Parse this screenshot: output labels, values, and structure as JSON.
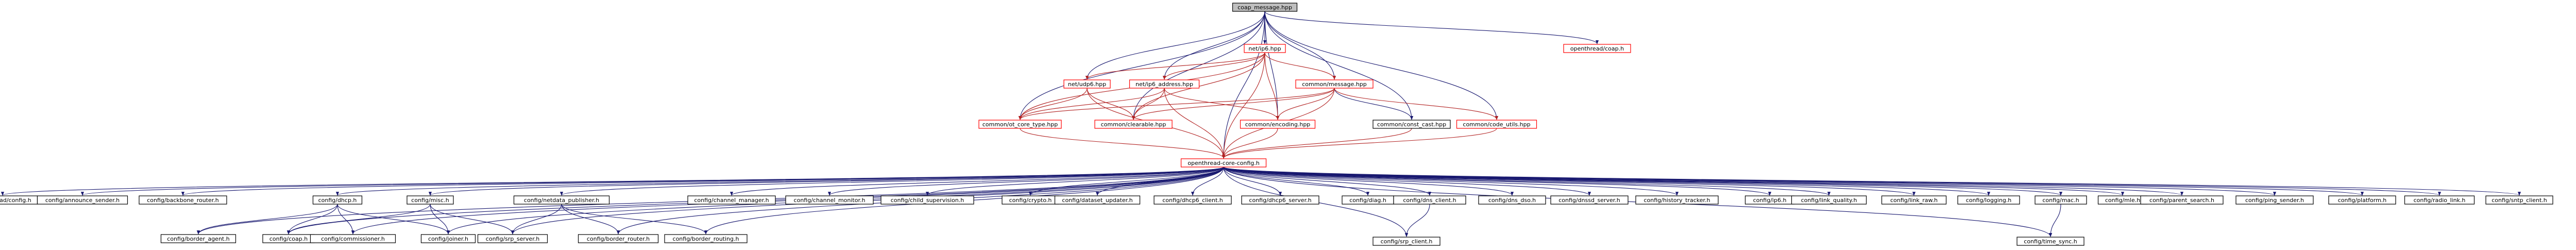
{
  "diagram": {
    "colors": {
      "edge": "#191970",
      "edge_red": "#b22222",
      "root_fill": "#bfbfbf",
      "box_black": "#000000",
      "box_red": "#ff0000",
      "text": "#000000"
    },
    "nodes": [
      {
        "id": "root",
        "label": "coap_message.hpp",
        "style": "root"
      },
      {
        "id": "ip6hpp",
        "label": "net/ip6.hpp",
        "style": "red"
      },
      {
        "id": "otcoaph",
        "label": "openthread/coap.h",
        "style": "red"
      },
      {
        "id": "udp6",
        "label": "net/udp6.hpp",
        "style": "red"
      },
      {
        "id": "ip6addr",
        "label": "net/ip6_address.hpp",
        "style": "red"
      },
      {
        "id": "message",
        "label": "common/message.hpp",
        "style": "red"
      },
      {
        "id": "oclow",
        "label": "common/ot_core_type.hpp",
        "style": "red"
      },
      {
        "id": "clearable",
        "label": "common/clearable.hpp",
        "style": "red"
      },
      {
        "id": "encoding",
        "label": "common/encoding.hpp",
        "style": "red"
      },
      {
        "id": "constcast",
        "label": "common/const_cast.hpp",
        "style": "black"
      },
      {
        "id": "codeutils",
        "label": "common/code_utils.hpp",
        "style": "red"
      },
      {
        "id": "corecfg",
        "label": "openthread-core-config.h",
        "style": "red"
      },
      {
        "id": "otconfig",
        "label": "openthread/config.h",
        "style": "black"
      },
      {
        "id": "ann",
        "label": "config/announce_sender.h",
        "style": "black"
      },
      {
        "id": "bbr",
        "label": "config/backbone_router.h",
        "style": "black"
      },
      {
        "id": "dhcp",
        "label": "config/dhcp.h",
        "style": "black"
      },
      {
        "id": "misc",
        "label": "config/misc.h",
        "style": "black"
      },
      {
        "id": "netdata",
        "label": "config/netdata_publisher.h",
        "style": "black"
      },
      {
        "id": "chmgr",
        "label": "config/channel_manager.h",
        "style": "black"
      },
      {
        "id": "chmon",
        "label": "config/channel_monitor.h",
        "style": "black"
      },
      {
        "id": "childsup",
        "label": "config/child_supervision.h",
        "style": "black"
      },
      {
        "id": "crypto",
        "label": "config/crypto.h",
        "style": "black"
      },
      {
        "id": "dataset",
        "label": "config/dataset_updater.h",
        "style": "black"
      },
      {
        "id": "dhcpcli",
        "label": "config/dhcp6_client.h",
        "style": "black"
      },
      {
        "id": "dhcpsrv",
        "label": "config/dhcp6_server.h",
        "style": "black"
      },
      {
        "id": "diag",
        "label": "config/diag.h",
        "style": "black"
      },
      {
        "id": "dnscli",
        "label": "config/dns_client.h",
        "style": "black"
      },
      {
        "id": "dnsdso",
        "label": "config/dns_dso.h",
        "style": "black"
      },
      {
        "id": "dnssd",
        "label": "config/dnssd_server.h",
        "style": "black"
      },
      {
        "id": "hist",
        "label": "config/history_tracker.h",
        "style": "black"
      },
      {
        "id": "ip6cfg",
        "label": "config/ip6.h",
        "style": "black"
      },
      {
        "id": "linkq",
        "label": "config/link_quality.h",
        "style": "black"
      },
      {
        "id": "linkraw",
        "label": "config/link_raw.h",
        "style": "black"
      },
      {
        "id": "logging",
        "label": "config/logging.h",
        "style": "black"
      },
      {
        "id": "mac",
        "label": "config/mac.h",
        "style": "black"
      },
      {
        "id": "mle",
        "label": "config/mle.h",
        "style": "black"
      },
      {
        "id": "parent",
        "label": "config/parent_search.h",
        "style": "black"
      },
      {
        "id": "ping",
        "label": "config/ping_sender.h",
        "style": "black"
      },
      {
        "id": "platform",
        "label": "config/platform.h",
        "style": "black"
      },
      {
        "id": "radiolink",
        "label": "config/radio_link.h",
        "style": "black"
      },
      {
        "id": "sntp",
        "label": "config/sntp_client.h",
        "style": "black"
      },
      {
        "id": "bagent",
        "label": "config/border_agent.h",
        "style": "black"
      },
      {
        "id": "coapcfg",
        "label": "config/coap.h",
        "style": "black"
      },
      {
        "id": "commis",
        "label": "config/commissioner.h",
        "style": "black"
      },
      {
        "id": "joiner",
        "label": "config/joiner.h",
        "style": "black"
      },
      {
        "id": "srpsrv",
        "label": "config/srp_server.h",
        "style": "black"
      },
      {
        "id": "brouter",
        "label": "config/border_router.h",
        "style": "black"
      },
      {
        "id": "brouting",
        "label": "config/border_routing.h",
        "style": "black"
      },
      {
        "id": "srpcli",
        "label": "config/srp_client.h",
        "style": "black"
      },
      {
        "id": "timesync",
        "label": "config/time_sync.h",
        "style": "black"
      }
    ],
    "edges": [
      [
        "root",
        "ip6hpp"
      ],
      [
        "root",
        "otcoaph"
      ],
      [
        "root",
        "udp6"
      ],
      [
        "root",
        "ip6addr"
      ],
      [
        "root",
        "message"
      ],
      [
        "root",
        "oclow"
      ],
      [
        "root",
        "clearable"
      ],
      [
        "root",
        "encoding"
      ],
      [
        "root",
        "constcast"
      ],
      [
        "root",
        "codeutils"
      ],
      [
        "root",
        "corecfg"
      ],
      [
        "ip6hpp",
        "udp6"
      ],
      [
        "ip6hpp",
        "ip6addr"
      ],
      [
        "ip6hpp",
        "message"
      ],
      [
        "ip6hpp",
        "oclow"
      ],
      [
        "ip6hpp",
        "clearable"
      ],
      [
        "ip6hpp",
        "encoding"
      ],
      [
        "ip6hpp",
        "corecfg"
      ],
      [
        "udp6",
        "oclow"
      ],
      [
        "udp6",
        "clearable"
      ],
      [
        "udp6",
        "corecfg"
      ],
      [
        "ip6addr",
        "oclow"
      ],
      [
        "ip6addr",
        "clearable"
      ],
      [
        "ip6addr",
        "encoding"
      ],
      [
        "ip6addr",
        "corecfg"
      ],
      [
        "message",
        "oclow"
      ],
      [
        "message",
        "clearable"
      ],
      [
        "message",
        "encoding"
      ],
      [
        "message",
        "constcast"
      ],
      [
        "message",
        "codeutils"
      ],
      [
        "message",
        "corecfg"
      ],
      [
        "oclow",
        "corecfg"
      ],
      [
        "encoding",
        "corecfg"
      ],
      [
        "constcast",
        "corecfg"
      ],
      [
        "codeutils",
        "corecfg"
      ],
      [
        "corecfg",
        "otconfig"
      ],
      [
        "corecfg",
        "ann"
      ],
      [
        "corecfg",
        "bbr"
      ],
      [
        "corecfg",
        "dhcp"
      ],
      [
        "corecfg",
        "misc"
      ],
      [
        "corecfg",
        "netdata"
      ],
      [
        "corecfg",
        "chmgr"
      ],
      [
        "corecfg",
        "chmon"
      ],
      [
        "corecfg",
        "childsup"
      ],
      [
        "corecfg",
        "crypto"
      ],
      [
        "corecfg",
        "dataset"
      ],
      [
        "corecfg",
        "dhcpcli"
      ],
      [
        "corecfg",
        "dhcpsrv"
      ],
      [
        "corecfg",
        "diag"
      ],
      [
        "corecfg",
        "dnscli"
      ],
      [
        "corecfg",
        "dnsdso"
      ],
      [
        "corecfg",
        "dnssd"
      ],
      [
        "corecfg",
        "hist"
      ],
      [
        "corecfg",
        "ip6cfg"
      ],
      [
        "corecfg",
        "linkq"
      ],
      [
        "corecfg",
        "linkraw"
      ],
      [
        "corecfg",
        "logging"
      ],
      [
        "corecfg",
        "mac"
      ],
      [
        "corecfg",
        "mle"
      ],
      [
        "corecfg",
        "parent"
      ],
      [
        "corecfg",
        "ping"
      ],
      [
        "corecfg",
        "platform"
      ],
      [
        "corecfg",
        "radiolink"
      ],
      [
        "corecfg",
        "sntp"
      ],
      [
        "corecfg",
        "bagent"
      ],
      [
        "corecfg",
        "coapcfg"
      ],
      [
        "corecfg",
        "commis"
      ],
      [
        "corecfg",
        "joiner"
      ],
      [
        "corecfg",
        "srpsrv"
      ],
      [
        "corecfg",
        "brouter"
      ],
      [
        "corecfg",
        "brouting"
      ],
      [
        "corecfg",
        "srpcli"
      ],
      [
        "corecfg",
        "timesync"
      ],
      [
        "dhcp",
        "bagent"
      ],
      [
        "dhcp",
        "coapcfg"
      ],
      [
        "dhcp",
        "commis"
      ],
      [
        "dhcp",
        "joiner"
      ],
      [
        "misc",
        "coapcfg"
      ],
      [
        "misc",
        "joiner"
      ],
      [
        "misc",
        "srpsrv"
      ],
      [
        "netdata",
        "srpsrv"
      ],
      [
        "netdata",
        "brouter"
      ],
      [
        "netdata",
        "brouting"
      ],
      [
        "dnscli",
        "srpcli"
      ],
      [
        "mac",
        "timesync"
      ]
    ]
  }
}
